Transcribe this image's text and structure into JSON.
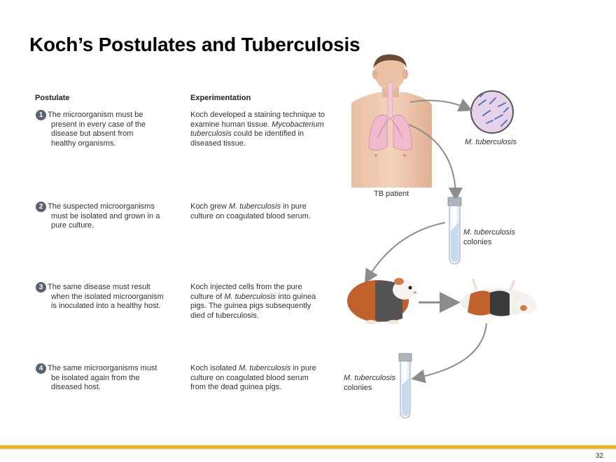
{
  "title": "Koch’s Postulates and Tuberculosis",
  "headers": {
    "postulate": "Postulate",
    "experimentation": "Experimentation"
  },
  "rows": [
    {
      "num": "1",
      "postulate": [
        "The microorganism must be",
        "present in every case of the",
        "disease but absent from",
        "healthy organisms."
      ],
      "experiment": [
        "Koch developed a staining technique to",
        "examine human tissue. Mycobacterium",
        "tuberculosis could be identified in",
        "diseased tissue."
      ]
    },
    {
      "num": "2",
      "postulate": [
        "The suspected microorganisms",
        "must be isolated and grown in a",
        "pure culture."
      ],
      "experiment": [
        "Koch grew M. tuberculosis in pure",
        "culture on coagulated blood serum."
      ]
    },
    {
      "num": "3",
      "postulate": [
        "The same disease must result",
        "when the isolated microorganism",
        "is inoculated into a healthy host."
      ],
      "experiment": [
        "Koch injected cells from the pure",
        "culture of M. tuberculosis into guinea",
        "pigs. The guinea pigs subsequently",
        "died of tuberculosis."
      ]
    },
    {
      "num": "4",
      "postulate": [
        "The same microorganisms must",
        "be isolated again from the",
        "diseased host."
      ],
      "experiment": [
        "Koch isolated M. tuberculosis in pure",
        "culture on coagulated blood serum",
        "from the dead guinea pigs."
      ]
    }
  ],
  "labels": {
    "tb_patient": "TB patient",
    "microscope": "M. tuberculosis",
    "colonies1_a": "M. tuberculosis",
    "colonies1_b": "colonies",
    "colonies2_a": "M. tuberculosis",
    "colonies2_b": "colonies"
  },
  "page_number": "32",
  "colors": {
    "accent_bar": "#f0b41c",
    "badge": "#5a6270"
  }
}
